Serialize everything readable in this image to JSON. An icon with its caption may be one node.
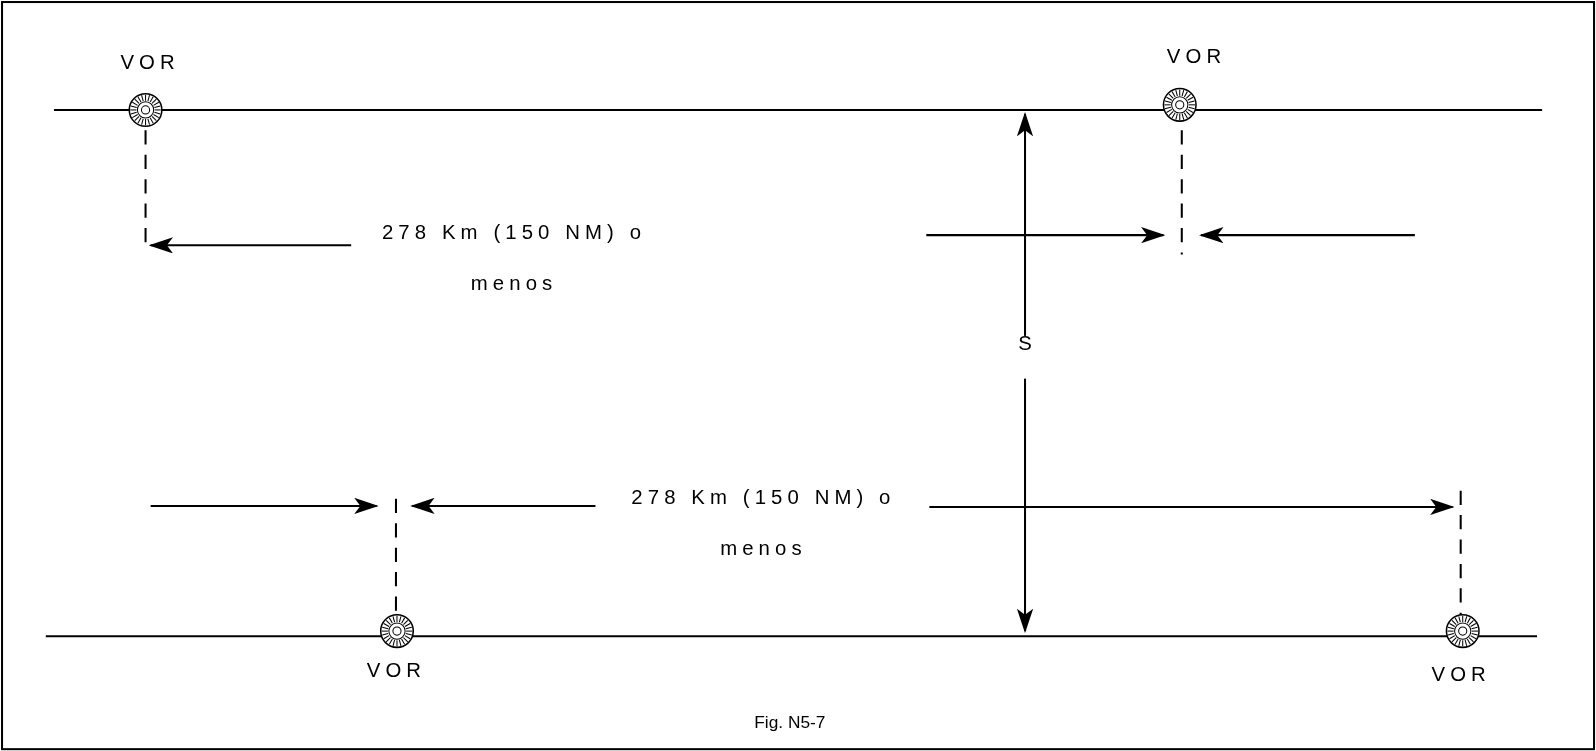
{
  "diagram": {
    "caption": "Fig. N5-7",
    "labels": [
      "VOR",
      "VOR",
      "278 Km (150 NM) o menos",
      "S",
      "278 Km (150 NM) o menos",
      "VOR",
      "VOR"
    ]
  }
}
